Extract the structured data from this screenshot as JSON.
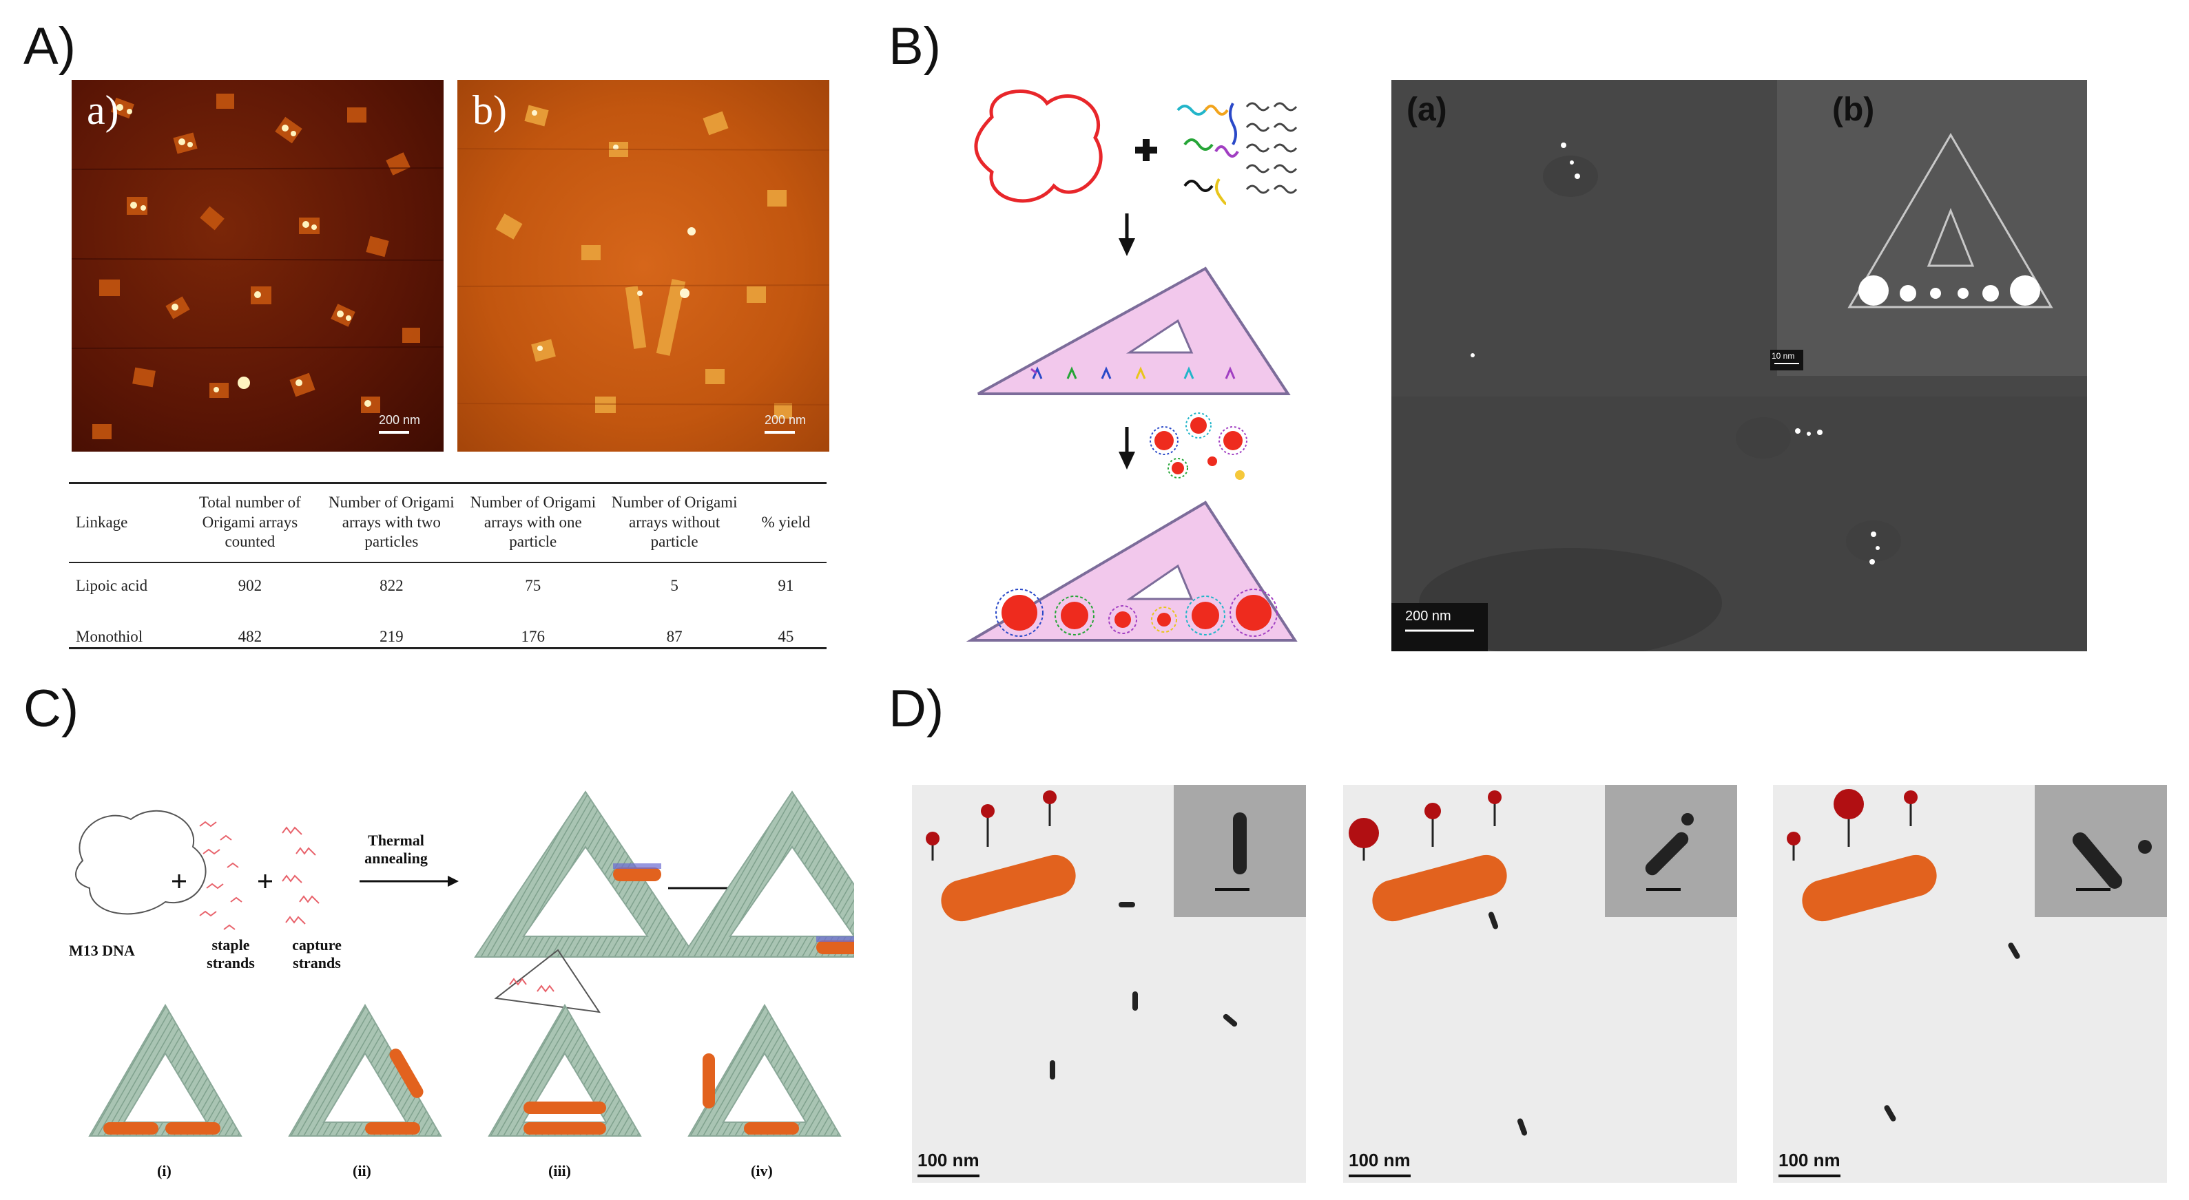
{
  "panels": {
    "A": "A)",
    "B": "B)",
    "C": "C)",
    "D": "D)"
  },
  "panel_a": {
    "image_a_label": "a)",
    "image_b_label": "b)",
    "scale_a": "200 nm",
    "scale_b": "200 nm",
    "table": {
      "headers": [
        "Linkage",
        "Total number of Origami arrays counted",
        "Number of Origami arrays with two particles",
        "Number of Origami arrays with one particle",
        "Number of Origami arrays without particle",
        "% yield"
      ],
      "rows": [
        [
          "Lipoic acid",
          "902",
          "822",
          "75",
          "5",
          "91"
        ],
        [
          "Monothiol",
          "482",
          "219",
          "176",
          "87",
          "45"
        ]
      ]
    }
  },
  "panel_b": {
    "tem_label_a": "(a)",
    "tem_label_b": "(b)",
    "scale_main": "200 nm",
    "scale_inset": "10 nm"
  },
  "panel_c": {
    "thermal_annealing": "Thermal annealing",
    "m13": "M13 DNA",
    "staple": "staple strands",
    "capture": "capture strands",
    "configs": [
      "(i)",
      "(ii)",
      "(iii)",
      "(iv)"
    ]
  },
  "panel_d": {
    "scale_1": "100 nm",
    "scale_2": "100 nm",
    "scale_3": "100 nm"
  },
  "colors": {
    "afm_dark": "#5a1505",
    "afm_light": "#c8580f",
    "pink": "#f2c8ec",
    "tem_gray": "#4a4a4a",
    "origami_green": "#a9c4b3",
    "nanorod": "#e2621e"
  }
}
